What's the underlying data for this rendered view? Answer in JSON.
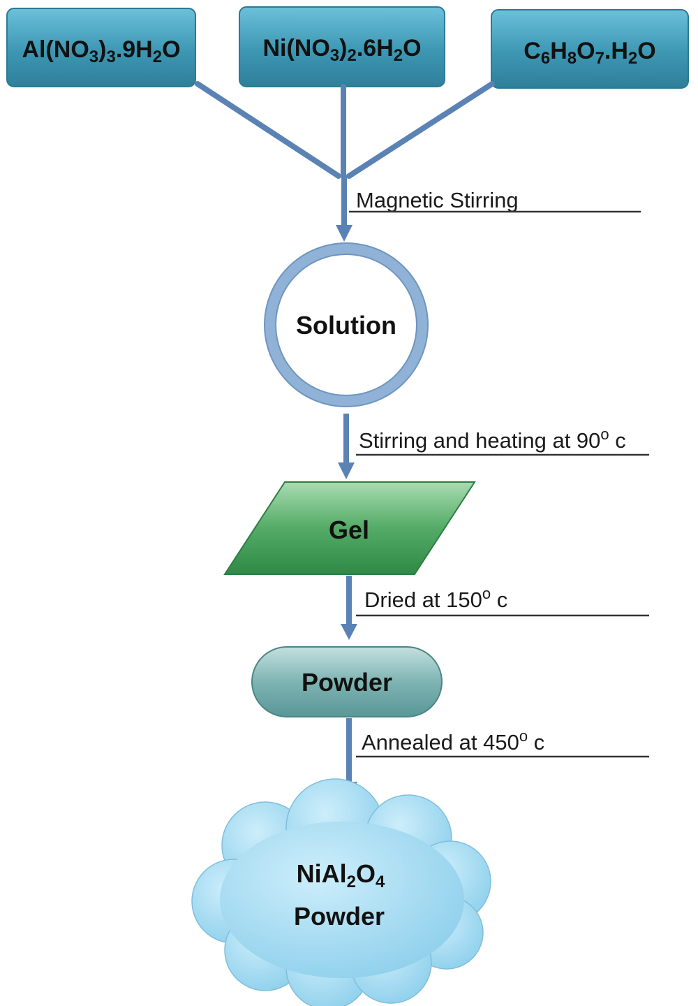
{
  "reagents": [
    {
      "id": "aluminium-nitrate",
      "parts": [
        [
          "Al(NO",
          ""
        ],
        [
          "3",
          "sub"
        ],
        [
          ")",
          ""
        ],
        [
          "3",
          "sub"
        ],
        [
          ".9H",
          ""
        ],
        [
          "2",
          "sub"
        ],
        [
          "O",
          ""
        ]
      ]
    },
    {
      "id": "nickel-nitrate",
      "parts": [
        [
          "Ni(NO",
          ""
        ],
        [
          "3",
          "sub"
        ],
        [
          ")",
          ""
        ],
        [
          "2",
          "sub"
        ],
        [
          ".6H",
          ""
        ],
        [
          "2",
          "sub"
        ],
        [
          "O",
          ""
        ]
      ]
    },
    {
      "id": "citric-acid",
      "parts": [
        [
          "C",
          ""
        ],
        [
          "6",
          "sub"
        ],
        [
          "H",
          ""
        ],
        [
          "8",
          "sub"
        ],
        [
          "O",
          ""
        ],
        [
          "7",
          "sub"
        ],
        [
          ".H",
          ""
        ],
        [
          "2",
          "sub"
        ],
        [
          "O",
          ""
        ]
      ]
    }
  ],
  "steps": {
    "mixing": "Magnetic Stirring",
    "heating": {
      "pre": "Stirring and heating at 90",
      "deg": "o",
      "post": " c"
    },
    "drying": {
      "pre": "Dried at 150",
      "deg": "o",
      "post": " c"
    },
    "annealing": {
      "pre": "Annealed at 450",
      "deg": "o",
      "post": " c"
    }
  },
  "nodes": {
    "solution": "Solution",
    "gel": "Gel",
    "powder": "Powder",
    "product_line1": {
      "parts": [
        [
          "NiAl",
          ""
        ],
        [
          "2",
          "sub"
        ],
        [
          "O",
          ""
        ],
        [
          "4",
          "sub"
        ]
      ]
    },
    "product_line2": "Powder"
  },
  "colors": {
    "reagent_box": "#3d97b3",
    "connector": "#5a82b4",
    "circle_ring": "#8fb2d6",
    "gel": "#3b9a55",
    "powder_box": "#6aa6a6",
    "cloud": "#9fd7ef"
  }
}
